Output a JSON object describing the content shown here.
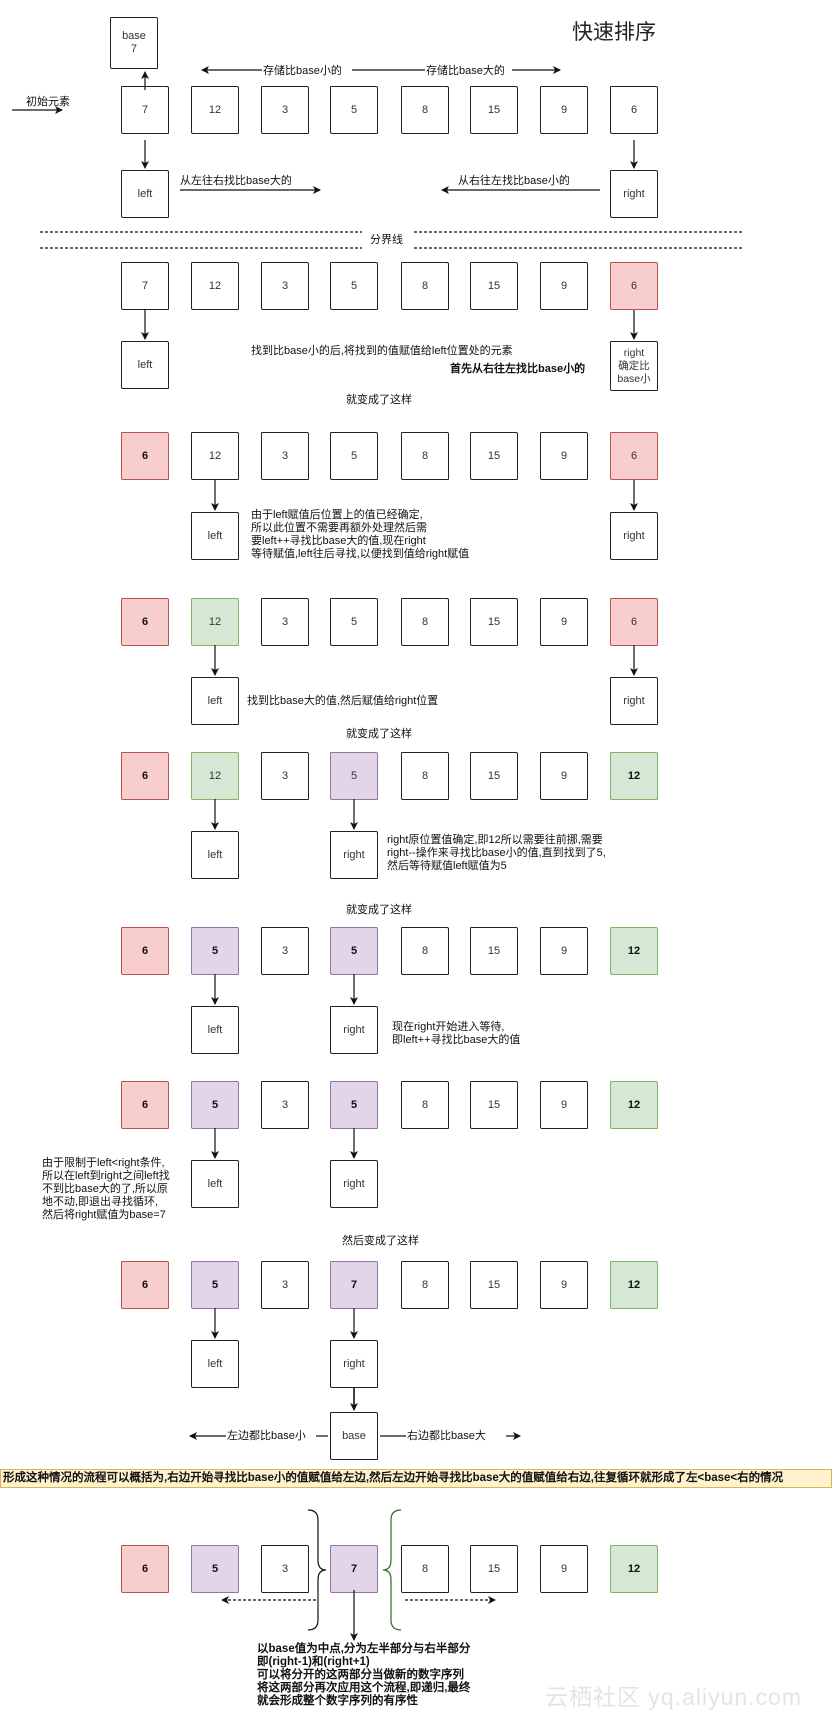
{
  "title": "快速排序",
  "intro": {
    "initial_label": "初始元素",
    "base_box": "base\n7",
    "store_smaller": "存储比base小的",
    "store_larger": "存储比base大的",
    "left_scan": "从左往右找比base大的",
    "right_scan": "从右往左找比base小的",
    "divider": "分界线"
  },
  "pointers": {
    "left": "left",
    "right": "right",
    "base": "base"
  },
  "rows": [
    {
      "values": [
        "7",
        "12",
        "3",
        "5",
        "8",
        "15",
        "9",
        "6"
      ],
      "colors": [
        "",
        "",
        "",
        "",
        "",
        "",
        "",
        ""
      ]
    },
    {
      "values": [
        "7",
        "12",
        "3",
        "5",
        "8",
        "15",
        "9",
        "6"
      ],
      "colors": [
        "",
        "",
        "",
        "",
        "",
        "",
        "",
        "red"
      ]
    },
    {
      "values": [
        "6",
        "12",
        "3",
        "5",
        "8",
        "15",
        "9",
        "6"
      ],
      "colors": [
        "red",
        "",
        "",
        "",
        "",
        "",
        "",
        "red"
      ]
    },
    {
      "values": [
        "6",
        "12",
        "3",
        "5",
        "8",
        "15",
        "9",
        "6"
      ],
      "colors": [
        "red",
        "green",
        "",
        "",
        "",
        "",
        "",
        "red"
      ]
    },
    {
      "values": [
        "6",
        "12",
        "3",
        "5",
        "8",
        "15",
        "9",
        "12"
      ],
      "colors": [
        "red",
        "green",
        "",
        "purple",
        "",
        "",
        "",
        "green"
      ]
    },
    {
      "values": [
        "6",
        "5",
        "3",
        "5",
        "8",
        "15",
        "9",
        "12"
      ],
      "colors": [
        "red",
        "purple",
        "",
        "purple",
        "",
        "",
        "",
        "green"
      ]
    },
    {
      "values": [
        "6",
        "5",
        "3",
        "5",
        "8",
        "15",
        "9",
        "12"
      ],
      "colors": [
        "red",
        "purple",
        "",
        "purple",
        "",
        "",
        "",
        "green"
      ]
    },
    {
      "values": [
        "6",
        "5",
        "3",
        "7",
        "8",
        "15",
        "9",
        "12"
      ],
      "colors": [
        "red",
        "purple",
        "",
        "purple",
        "",
        "",
        "",
        "green"
      ]
    },
    {
      "values": [
        "6",
        "5",
        "3",
        "7",
        "8",
        "15",
        "9",
        "12"
      ],
      "colors": [
        "red",
        "purple",
        "",
        "purple",
        "",
        "",
        "",
        "green"
      ]
    }
  ],
  "steps": {
    "s1_note": "找到比base小的后,将找到的值赋值给left位置处的元素",
    "s1_bold": "首先从右往左找比base小的",
    "s1_right_box": "right\n确定比\nbase小",
    "became": "就变成了这样",
    "s2_note": "由于left赋值后位置上的值已经确定,\n所以此位置不需要再额外处理然后需\n要left++寻找比base大的值,现在right\n等待赋值,left往后寻找,以便找到值给right赋值",
    "s3_note": "找到比base大的值,然后赋值给right位置",
    "s4_note": "right原位置值确定,即12所以需要往前挪,需要\nright--操作来寻找比base小的值,直到找到了5,\n然后等待赋值left赋值为5",
    "s5_note": "现在right开始进入等待,\n即left++寻找比base大的值",
    "s6_note": "由于限制于left<right条件,\n所以在left到right之间left找\n不到比base大的了,所以原\n地不动,即退出寻找循环,\n然后将right赋值为base=7",
    "then_became": "然后变成了这样",
    "left_smaller": "左边都比base小",
    "right_larger": "右边都比base大"
  },
  "summary": "形成这种情况的流程可以概括为,右边开始寻找比base小的值赋值给左边,然后左边开始寻找比base大的值赋值给右边,往复循环就形成了左<base<右的情况",
  "conclusion": "以base值为中点,分为左半部分与右半部分\n即(right-1)和(right+1)\n可以将分开的这两部分当做新的数字序列\n将这两部分再次应用这个流程,即递归,最终\n就会形成整个数字序列的有序性",
  "watermark": "云栖社区 yq.aliyun.com",
  "colors": {
    "red_fill": "#f8cecc",
    "red_stroke": "#b85450",
    "green_fill": "#d5e8d4",
    "green_stroke": "#82b366",
    "purple_fill": "#e1d5e7",
    "purple_stroke": "#9673a6",
    "note_fill": "#fff2cc",
    "note_stroke": "#d6b656"
  }
}
